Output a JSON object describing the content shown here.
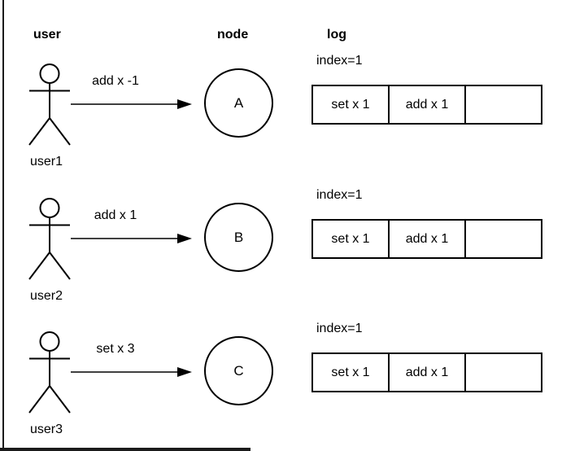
{
  "headers": {
    "user": "user",
    "node": "node",
    "log": "log"
  },
  "colors": {
    "ink": "#000000",
    "background": "#ffffff"
  },
  "rows": [
    {
      "user_label": "user1",
      "message": "add x -1",
      "node": "A",
      "index_label": "index=1",
      "log_cells": [
        "set x 1",
        "add x 1",
        ""
      ]
    },
    {
      "user_label": "user2",
      "message": "add x 1",
      "node": "B",
      "index_label": "index=1",
      "log_cells": [
        "set x 1",
        "add x 1",
        ""
      ]
    },
    {
      "user_label": "user3",
      "message": "set x 3",
      "node": "C",
      "index_label": "index=1",
      "log_cells": [
        "set x 1",
        "add x 1",
        ""
      ]
    }
  ]
}
